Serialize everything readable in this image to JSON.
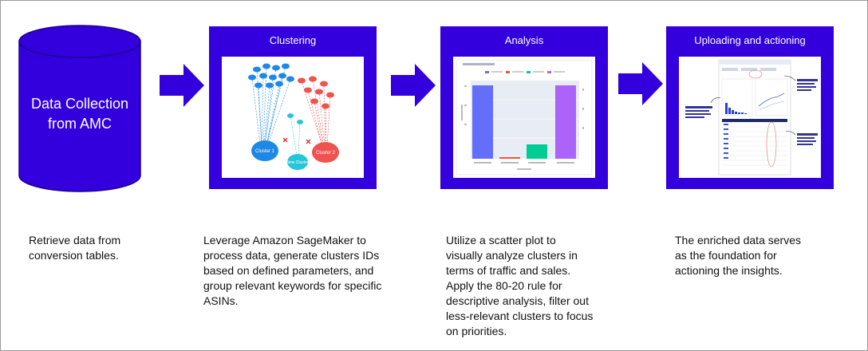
{
  "colors": {
    "panel": "#3300dd",
    "arrow": "#3300dd",
    "cylinder": "#3300dd"
  },
  "step1": {
    "label": "Data Collection\nfrom AMC",
    "description": "Retrieve data from\nconversion tables."
  },
  "step2": {
    "title": "Clustering",
    "description": "Leverage Amazon SageMaker to\nprocess data, generate clusters IDs\nbased on defined parameters, and\ngroup relevant keywords for specific\nASINs.",
    "figure": {
      "cluster1": "Cluster 1",
      "cluster2": "Cluster 2",
      "new_cluster": "New Cluster"
    }
  },
  "step3": {
    "title": "Analysis",
    "description": "Utilize a scatter plot to\nvisually analyze clusters in\nterms of traffic and sales.\nApply the 80-20 rule for\ndescriptive analysis, filter out\nless-relevant clusters to focus\non priorities."
  },
  "step4": {
    "title": "Uploading and actioning",
    "description": "The enriched data serves\nas the foundation for\nactioning the insights."
  }
}
